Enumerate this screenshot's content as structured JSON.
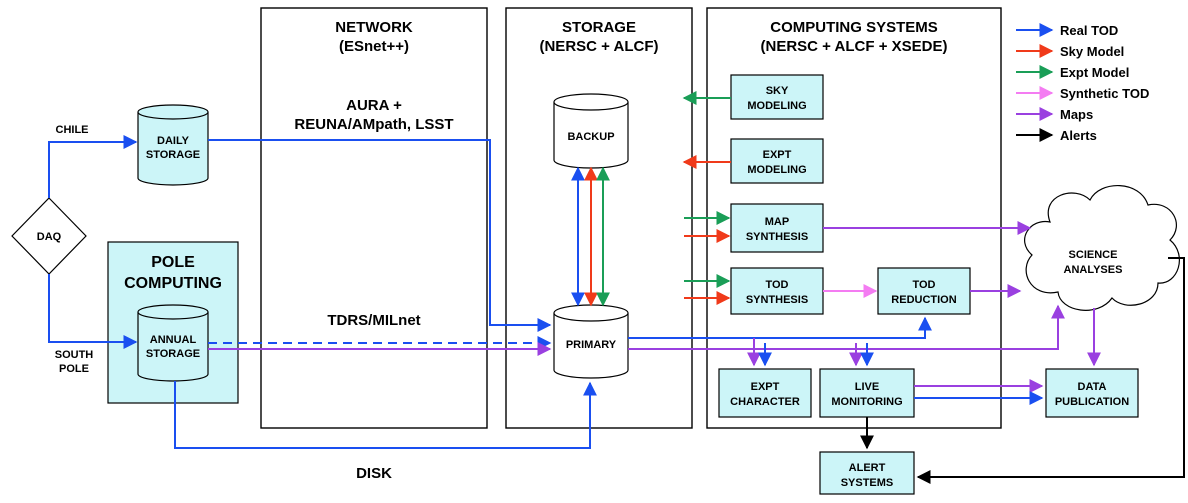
{
  "colors": {
    "real_tod": "#1a4ff0",
    "sky_model": "#f03a1a",
    "expt_model": "#1a9e57",
    "synthetic_tod": "#f47cf2",
    "maps": "#9a40e0",
    "alerts": "#000000",
    "box_fill": "#ccf5f8"
  },
  "legend": [
    {
      "label": "Real TOD",
      "color": "#1a4ff0"
    },
    {
      "label": "Sky Model",
      "color": "#f03a1a"
    },
    {
      "label": "Expt Model",
      "color": "#1a9e57"
    },
    {
      "label": "Synthetic TOD",
      "color": "#f47cf2"
    },
    {
      "label": "Maps",
      "color": "#9a40e0"
    },
    {
      "label": "Alerts",
      "color": "#000000"
    }
  ],
  "panels": {
    "network": {
      "title1": "NETWORK",
      "title2": "(ESnet++)",
      "route1a": "AURA +",
      "route1b": "REUNA/AMpath, LSST",
      "route2": "TDRS/MILnet"
    },
    "storage": {
      "title1": "STORAGE",
      "title2": "(NERSC + ALCF)"
    },
    "computing": {
      "title1": "COMPUTING SYSTEMS",
      "title2": "(NERSC + ALCF + XSEDE)"
    }
  },
  "nodes": {
    "daq": "DAQ",
    "chile": "CHILE",
    "south_pole_1": "SOUTH",
    "south_pole_2": "POLE",
    "daily_storage_1": "DAILY",
    "daily_storage_2": "STORAGE",
    "pole_computing_1": "POLE",
    "pole_computing_2": "COMPUTING",
    "annual_storage_1": "ANNUAL",
    "annual_storage_2": "STORAGE",
    "backup": "BACKUP",
    "primary": "PRIMARY",
    "disk": "DISK",
    "sky_modeling_1": "SKY",
    "sky_modeling_2": "MODELING",
    "expt_modeling_1": "EXPT",
    "expt_modeling_2": "MODELING",
    "map_synthesis_1": "MAP",
    "map_synthesis_2": "SYNTHESIS",
    "tod_synthesis_1": "TOD",
    "tod_synthesis_2": "SYNTHESIS",
    "tod_reduction_1": "TOD",
    "tod_reduction_2": "REDUCTION",
    "expt_character_1": "EXPT",
    "expt_character_2": "CHARACTER",
    "live_monitoring_1": "LIVE",
    "live_monitoring_2": "MONITORING",
    "science_1": "SCIENCE",
    "science_2": "ANALYSES",
    "data_publication_1": "DATA",
    "data_publication_2": "PUBLICATION",
    "alert_systems_1": "ALERT",
    "alert_systems_2": "SYSTEMS"
  }
}
